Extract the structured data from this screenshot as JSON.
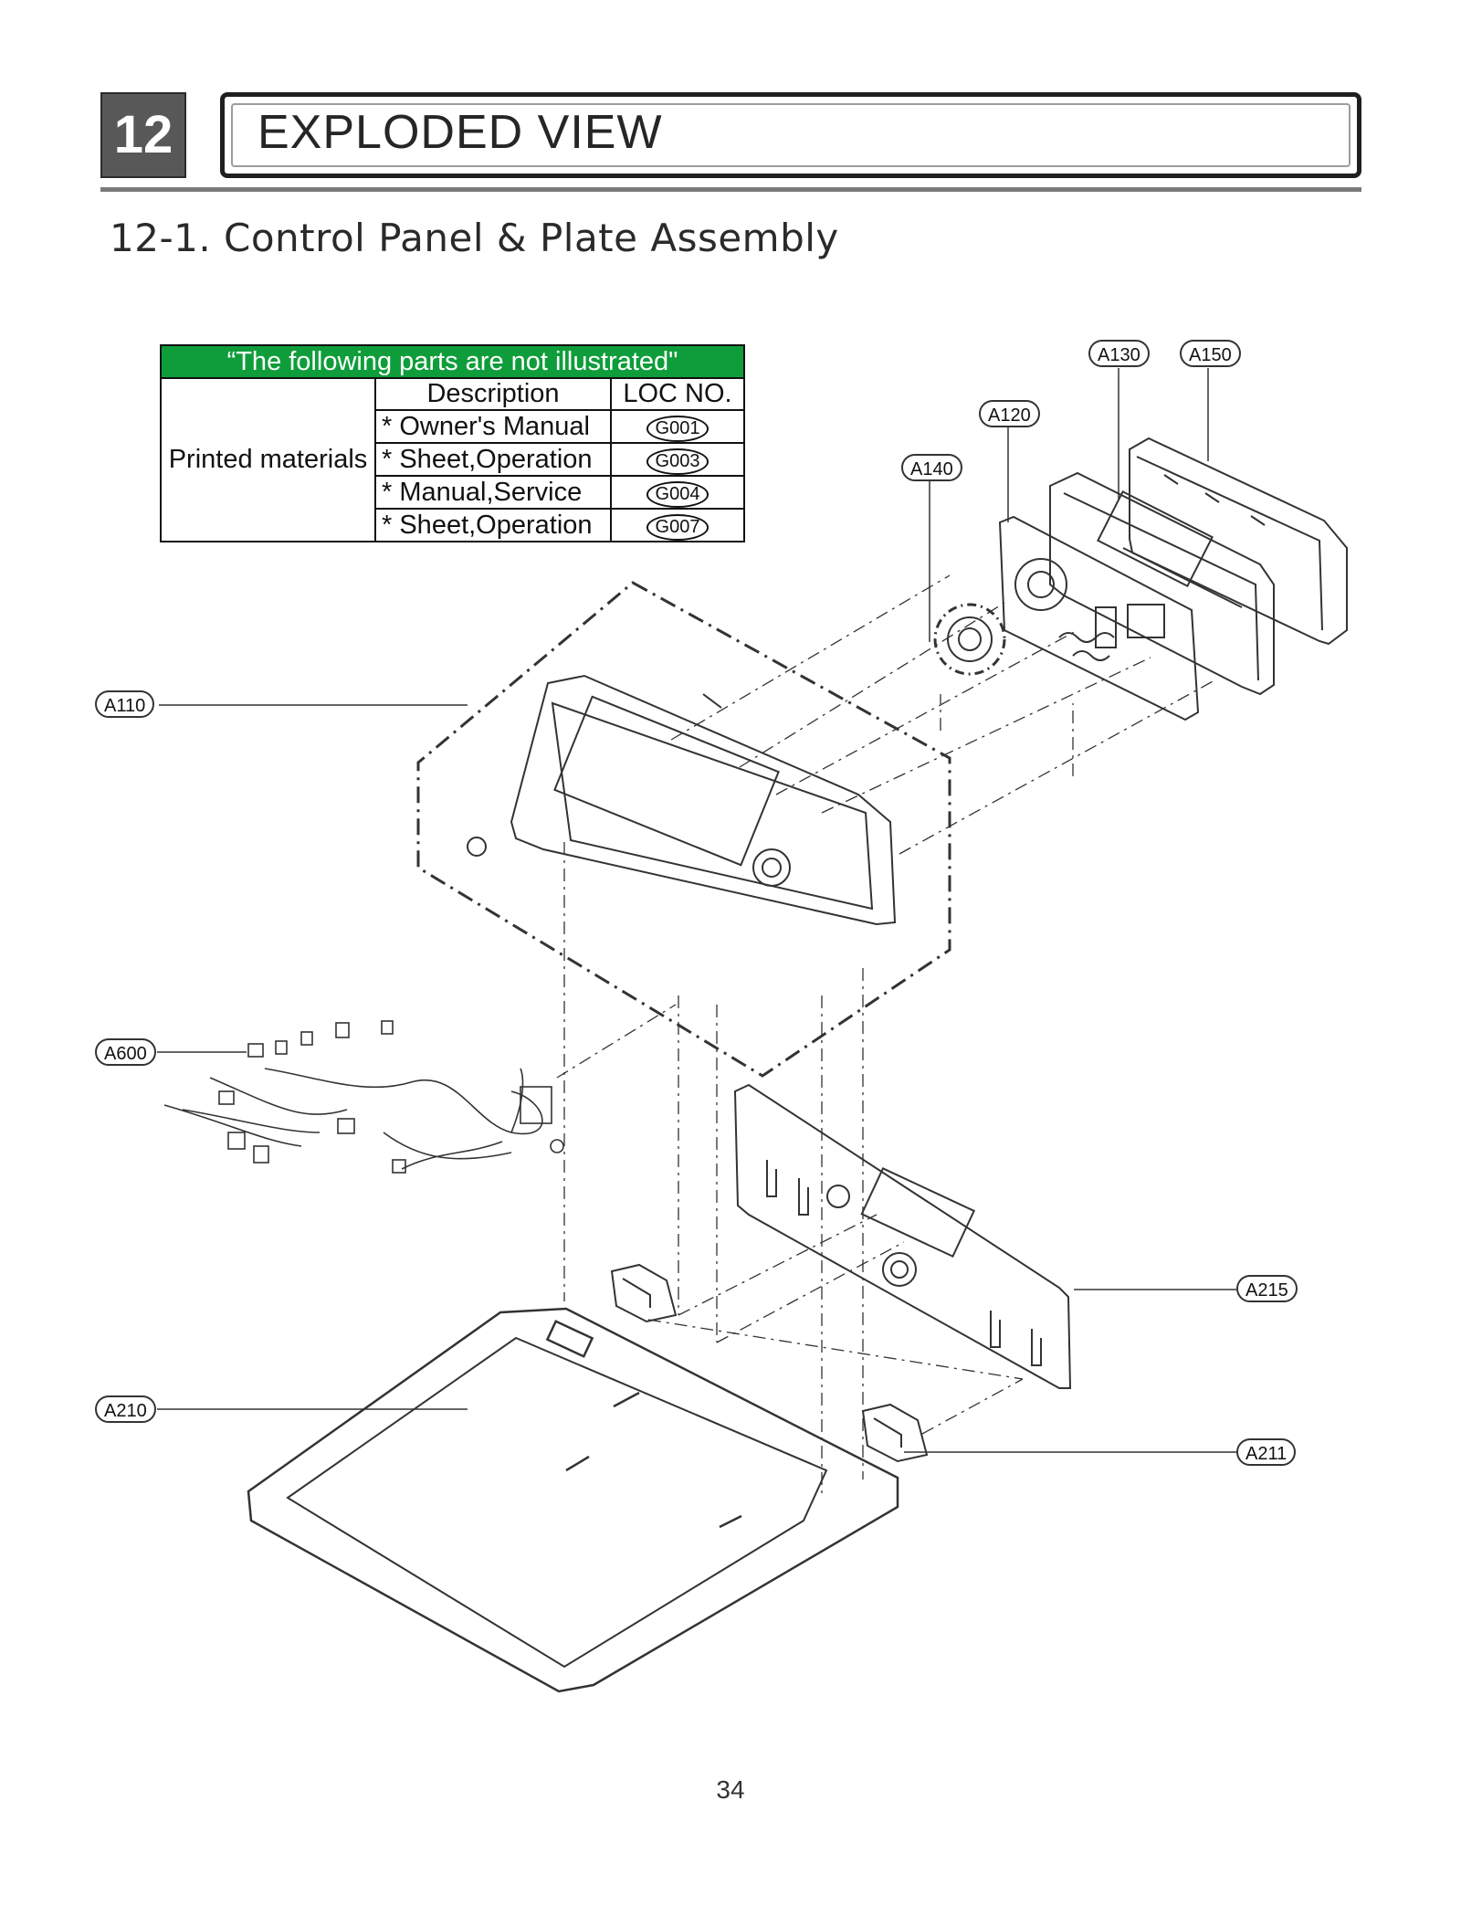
{
  "header": {
    "section_number": "12",
    "title": "EXPLODED VIEW"
  },
  "subtitle": "12-1. Control Panel & Plate Assembly",
  "parts_table": {
    "banner": "“The following parts are not illustrated\"",
    "group_label": "Printed materials",
    "columns": [
      "Description",
      "LOC NO."
    ],
    "rows": [
      {
        "description": "* Owner's Manual",
        "loc": "G001"
      },
      {
        "description": "* Sheet,Operation",
        "loc": "G003"
      },
      {
        "description": "* Manual,Service",
        "loc": "G004"
      },
      {
        "description": "* Sheet,Operation",
        "loc": "G007"
      }
    ]
  },
  "callouts": {
    "a110": "A110",
    "a120": "A120",
    "a130": "A130",
    "a140": "A140",
    "a150": "A150",
    "a210": "A210",
    "a211": "A211",
    "a215": "A215",
    "a600": "A600"
  },
  "colors": {
    "banner_green": "#0e9d3a",
    "section_box": "#585858",
    "line": "#333333"
  },
  "page_number": "34"
}
